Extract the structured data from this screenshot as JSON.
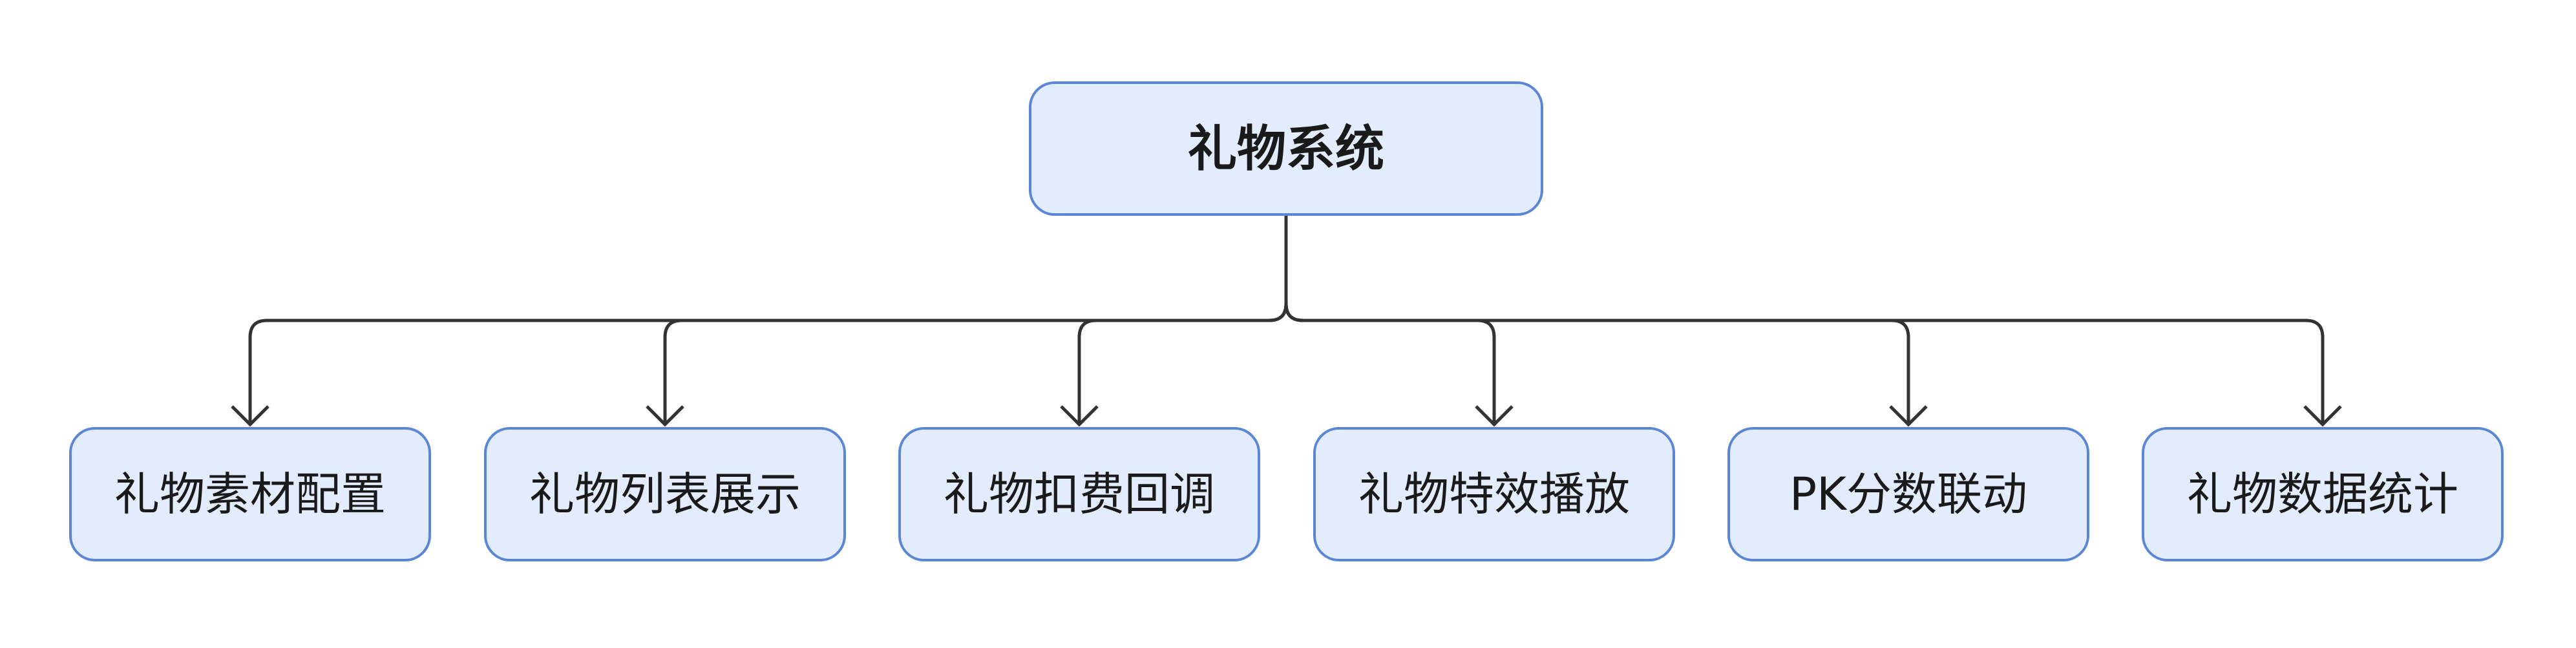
{
  "diagram": {
    "root": {
      "label": "礼物系统"
    },
    "children": [
      {
        "label": "礼物素材配置"
      },
      {
        "label": "礼物列表展示"
      },
      {
        "label": "礼物扣费回调"
      },
      {
        "label": "礼物特效播放"
      },
      {
        "label": "PK分数联动"
      },
      {
        "label": "礼物数据统计"
      }
    ]
  },
  "colors": {
    "node_fill": "#e3ecfc",
    "node_border": "#5b86d6",
    "connector": "#333333",
    "text": "#1a1a1a"
  }
}
